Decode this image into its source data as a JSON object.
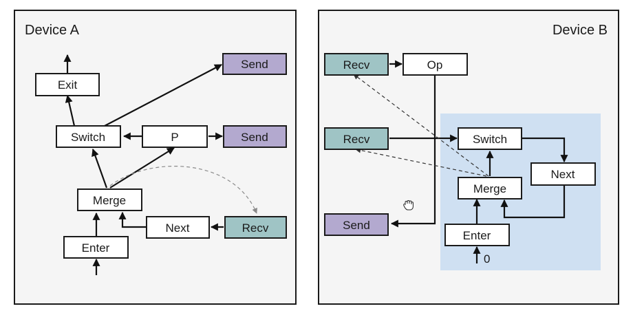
{
  "device_a": {
    "title": "Device A",
    "nodes": {
      "exit": "Exit",
      "switch": "Switch",
      "p": "P",
      "merge": "Merge",
      "next": "Next",
      "enter": "Enter",
      "send_top": "Send",
      "send_mid": "Send",
      "recv": "Recv"
    }
  },
  "device_b": {
    "title": "Device B",
    "nodes": {
      "recv_top": "Recv",
      "op": "Op",
      "recv_mid": "Recv",
      "send": "Send",
      "switch": "Switch",
      "next": "Next",
      "merge": "Merge",
      "enter": "Enter"
    },
    "enter_input_label": "0"
  },
  "colors": {
    "send": "#b3a9cf",
    "recv": "#9fc4c5",
    "loop_highlight": "#cfe0f2",
    "panel": "#f5f5f5"
  }
}
